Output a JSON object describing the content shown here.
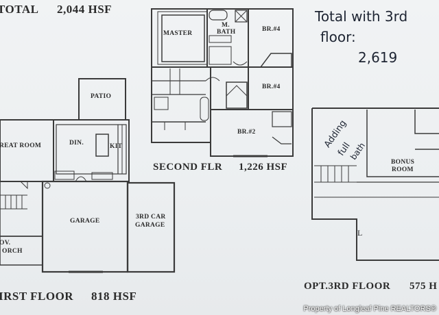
{
  "header": {
    "total_label": "TOTAL",
    "total_value": "2,044 HSF"
  },
  "handwriting": {
    "note_line1": "Total with 3rd",
    "note_line2": "floor:",
    "note_line3": "2,619",
    "adding_1": "Adding",
    "adding_2": "full",
    "adding_3": "bath"
  },
  "second_floor": {
    "title": "SECOND FLR",
    "area": "1,226 HSF",
    "rooms": {
      "master": "MASTER",
      "m_bath_1": "M.",
      "m_bath_2": "BATH",
      "br4_top": "BR.#4",
      "br4_mid": "BR.#4",
      "br2": "BR.#2"
    }
  },
  "first_floor": {
    "title": "IRST FLOOR",
    "area": "818 HSF",
    "rooms": {
      "patio": "PATIO",
      "great_room": "REAT ROOM",
      "dining": "DIN.",
      "kitchen": "KIT",
      "garage": "GARAGE",
      "third_car_1": "3RD CAR",
      "third_car_2": "GARAGE",
      "porch_1": "OV.",
      "porch_2": "ORCH"
    }
  },
  "third_floor": {
    "title": "OPT.3RD FLOOR",
    "area": "575 H",
    "rooms": {
      "bonus_1": "BONUS",
      "bonus_2": "ROOM",
      "stair_mark": "L"
    }
  },
  "watermark": "Property of Longleaf Pine REALTORS®"
}
